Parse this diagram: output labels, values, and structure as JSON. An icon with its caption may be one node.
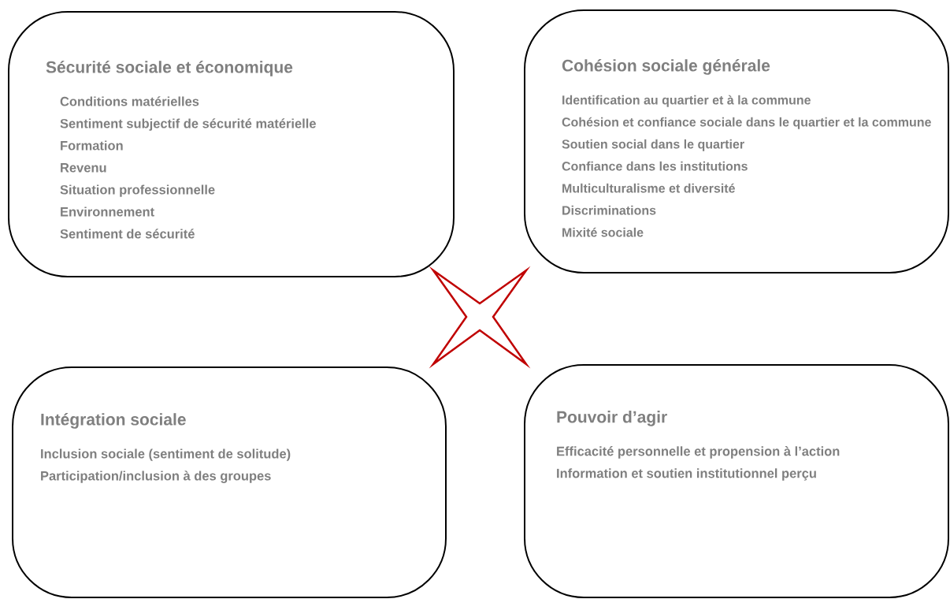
{
  "diagram": {
    "nodes": [
      {
        "text": [
          "Sécurité sociale et économique",
          "Conditions matérielles",
          "Sentiment subjectif de sécurité matérielle",
          "Formation",
          "Revenu",
          "Situation professionnelle",
          "Environnement",
          "Sentiment de sécurité"
        ]
      },
      {
        "text": [
          "Cohésion sociale générale",
          "Identification au quartier et à la commune",
          "Cohésion et confiance sociale dans le quartier et la commune",
          "Soutien social dans le quartier",
          "Confiance dans les institutions",
          "Multiculturalisme et diversité",
          "Discriminations",
          "Mixité sociale"
        ]
      },
      {
        "text": [
          "Intégration sociale",
          "Inclusion sociale (sentiment de solitude)",
          "Participation/inclusion à des groupes"
        ]
      },
      {
        "text": [
          "Pouvoir d’agir",
          "Efficacité personnelle et propension à l’action",
          "Information et soutien institutionnel perçu"
        ]
      }
    ]
  }
}
